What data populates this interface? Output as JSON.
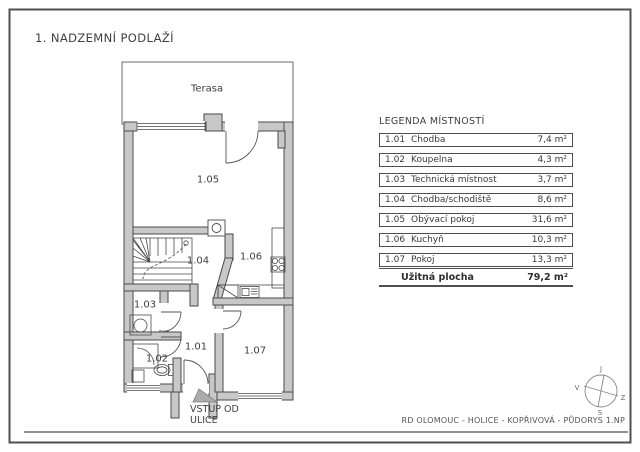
{
  "page": {
    "title": "1. NADZEMNÍ PODLAŽÍ"
  },
  "plan": {
    "terrace_label": "Terasa",
    "room_labels": {
      "r101": "1.01",
      "r102": "1.02",
      "r103": "1.03",
      "r104": "1.04",
      "r105": "1.05",
      "r106": "1.06",
      "r107": "1.07"
    },
    "entrance_label": {
      "line1": "VSTUP OD",
      "line2": "ULICE"
    }
  },
  "legend": {
    "header": "LEGENDA MÍSTNOSTÍ",
    "rows": [
      {
        "code": "1.01",
        "name": "Chodba",
        "area": "7,4 m²"
      },
      {
        "code": "1.02",
        "name": "Koupelna",
        "area": "4,3 m²"
      },
      {
        "code": "1.03",
        "name": "Technická místnost",
        "area": "3,7 m²"
      },
      {
        "code": "1.04",
        "name": "Chodba/schodiště",
        "area": "8,6 m²"
      },
      {
        "code": "1.05",
        "name": "Obývací pokoj",
        "area": "31,6 m²"
      },
      {
        "code": "1.06",
        "name": "Kuchyň",
        "area": "10,3 m²"
      },
      {
        "code": "1.07",
        "name": "Pokoj",
        "area": "13,3 m²"
      }
    ],
    "total_label": "Užitná plocha",
    "total_area": "79,2 m²"
  },
  "titleblock": {
    "text": "RD OLOMOUC - HOLICE - KOPŘIVOVÁ - PŮDORYS 1.NP"
  },
  "compass": {
    "top": "J",
    "left": "V",
    "right": "Z",
    "bottom": "S"
  },
  "colors": {
    "wall_fill": "#c8c8c8",
    "line": "#4a4a4a"
  }
}
